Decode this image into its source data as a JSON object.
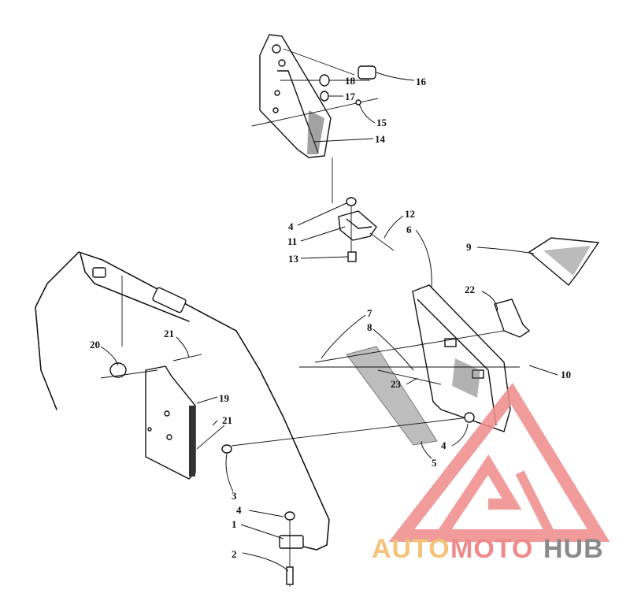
{
  "diagram": {
    "callouts": [
      {
        "id": "c16",
        "text": "16"
      },
      {
        "id": "c18",
        "text": "18"
      },
      {
        "id": "c17",
        "text": "17"
      },
      {
        "id": "c15",
        "text": "15"
      },
      {
        "id": "c14",
        "text": "14"
      },
      {
        "id": "c4a",
        "text": "4"
      },
      {
        "id": "c11",
        "text": "11"
      },
      {
        "id": "c12",
        "text": "12"
      },
      {
        "id": "c13",
        "text": "13"
      },
      {
        "id": "c6",
        "text": "6"
      },
      {
        "id": "c9",
        "text": "9"
      },
      {
        "id": "c22",
        "text": "22"
      },
      {
        "id": "c7",
        "text": "7"
      },
      {
        "id": "c8",
        "text": "8"
      },
      {
        "id": "c10",
        "text": "10"
      },
      {
        "id": "c21a",
        "text": "21"
      },
      {
        "id": "c20",
        "text": "20"
      },
      {
        "id": "c19",
        "text": "19"
      },
      {
        "id": "c23",
        "text": "23"
      },
      {
        "id": "c21b",
        "text": "21"
      },
      {
        "id": "c4b",
        "text": "4"
      },
      {
        "id": "c5",
        "text": "5"
      },
      {
        "id": "c3",
        "text": "3"
      },
      {
        "id": "c4c",
        "text": "4"
      },
      {
        "id": "c1",
        "text": "1"
      },
      {
        "id": "c2",
        "text": "2"
      }
    ]
  },
  "watermark": {
    "part1": "AUTO",
    "part2": "MOTO",
    "part3": "HUB",
    "color_primary": "#f08a8a",
    "color_accent": "#f4c27a",
    "color_dark": "#8a8a8a"
  }
}
